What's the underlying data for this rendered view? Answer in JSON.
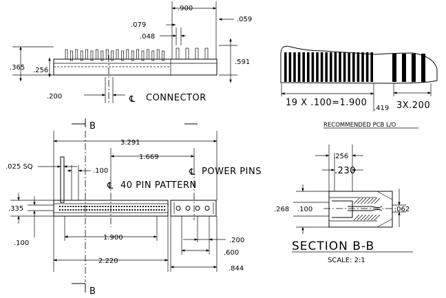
{
  "top_view": {
    "dims": {
      "d900": ".900",
      "d059": ".059",
      "d079": ".079",
      "d048": ".048",
      "d365": ".365",
      "d256": ".256",
      "d591": ".591",
      "d200": ".200"
    },
    "connector_label": "CONNECTOR"
  },
  "pcb_layout": {
    "pitch_label": "19 X .100=1.900",
    "offset_label": ".419",
    "power_pitch_label": "3X.200",
    "caption": "RECOMMENDED PCB L/O"
  },
  "plan_view": {
    "section_marker": "B",
    "dims": {
      "d3291": "3.291",
      "d1669": "1.669",
      "d025": ".025 SQ",
      "d100a": ".100",
      "d335": ".335",
      "d100b": ".100",
      "d1900": "1.900",
      "d2220": "2.220",
      "d200": ".200",
      "d600": ".600",
      "d844": ".844"
    },
    "power_pins_label": "POWER PINS",
    "pin_pattern_label": "40 PIN PATTERN"
  },
  "section_view": {
    "dims": {
      "d256": ".256",
      "d230": ".230",
      "d268": ".268",
      "d100": ".100",
      "d062": ".062"
    },
    "title": "SECTION B-B",
    "scale": "SCALE: 2:1"
  }
}
